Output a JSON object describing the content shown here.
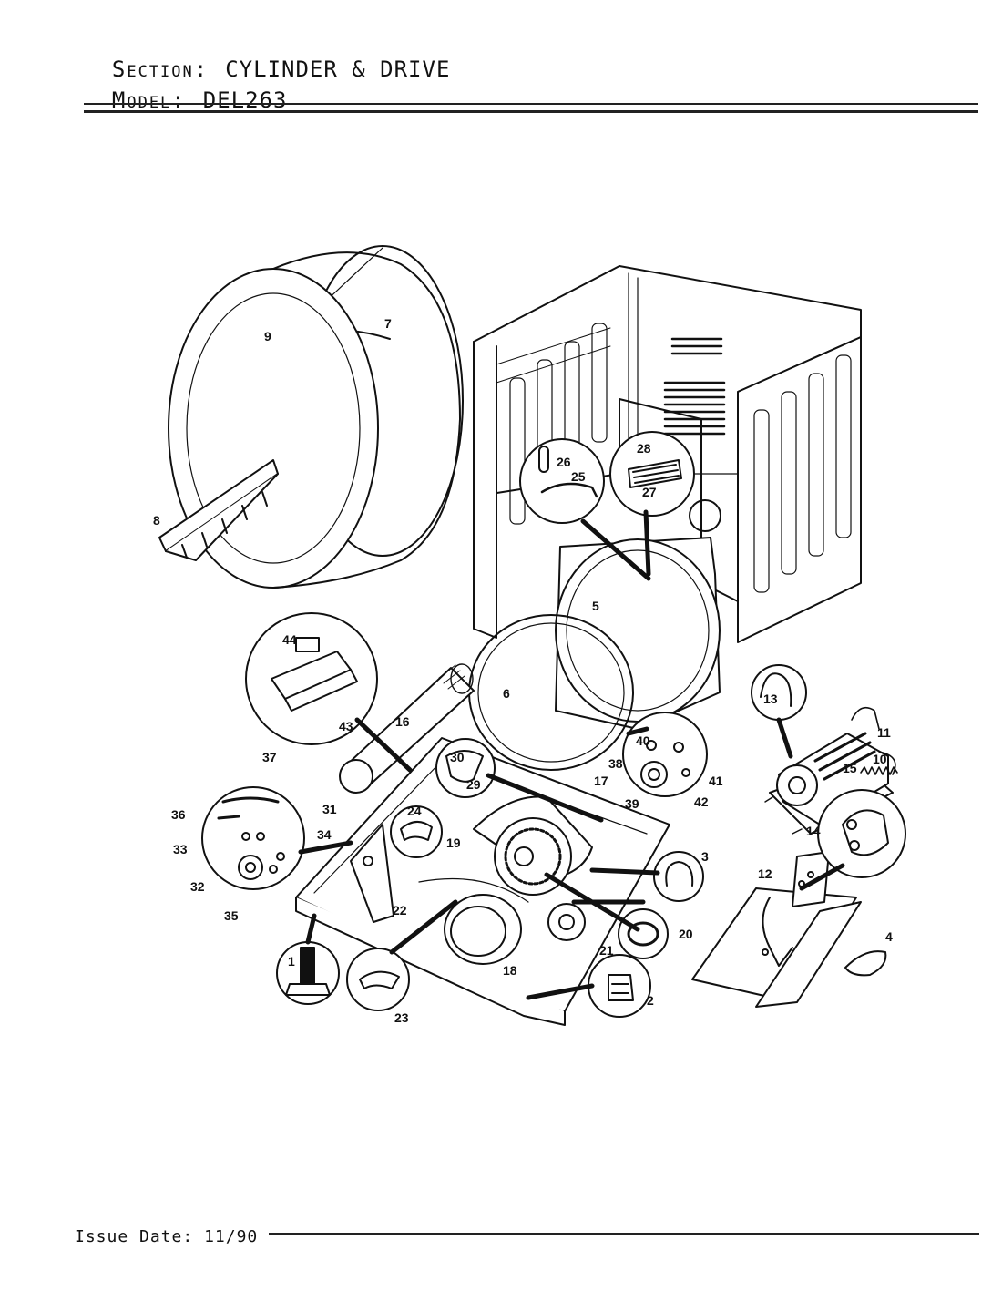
{
  "header": {
    "section_label": "Section:",
    "section_value": "CYLINDER & DRIVE",
    "model_label": "Model:",
    "model_value": "DEL263"
  },
  "footer": {
    "issue_label": "Issue Date:",
    "issue_value": "11/90"
  },
  "callouts": {
    "c1": "1",
    "c2": "2",
    "c3": "3",
    "c4": "4",
    "c5": "5",
    "c6": "6",
    "c7": "7",
    "c8": "8",
    "c9": "9",
    "c10": "10",
    "c11": "11",
    "c12": "12",
    "c13": "13",
    "c14": "14",
    "c15": "15",
    "c16": "16",
    "c17": "17",
    "c18": "18",
    "c19": "19",
    "c20": "20",
    "c21": "21",
    "c22": "22",
    "c23": "23",
    "c24": "24",
    "c25": "25",
    "c26": "26",
    "c27": "27",
    "c28": "28",
    "c29": "29",
    "c30": "30",
    "c31": "31",
    "c32": "32",
    "c33": "33",
    "c34": "34",
    "c35": "35",
    "c36": "36",
    "c37": "37",
    "c38": "38",
    "c39": "39",
    "c40": "40",
    "c41": "41",
    "c42": "42",
    "c43": "43",
    "c44": "44"
  }
}
